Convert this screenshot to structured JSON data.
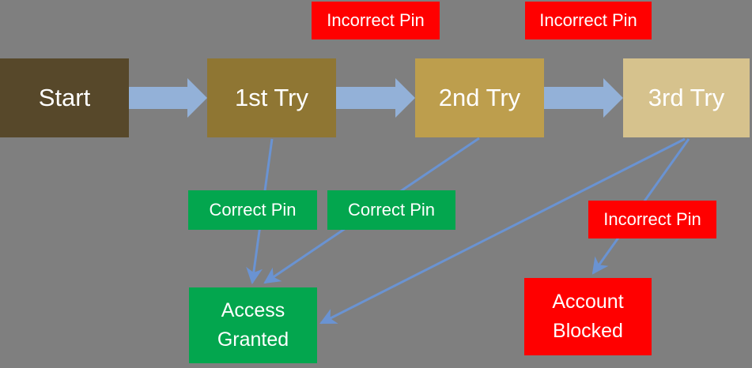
{
  "canvas": {
    "background_color": "#7f7f7f",
    "text_color": "#ffffff"
  },
  "colors": {
    "start_box": "#57482a",
    "first_try_box": "#8f7633",
    "second_try_box": "#bd9e4d",
    "third_try_box": "#d6c28d",
    "success_green": "#03a64e",
    "failure_red": "#ff0000",
    "block_arrow_blue": "#93b1d8",
    "connector_blue": "#6a93d2"
  },
  "nodes": {
    "start": {
      "label": "Start"
    },
    "try1": {
      "label": "1st Try"
    },
    "try2": {
      "label": "2nd Try"
    },
    "try3": {
      "label": "3rd Try"
    },
    "incorrect1": {
      "label": "Incorrect Pin"
    },
    "incorrect2": {
      "label": "Incorrect Pin"
    },
    "incorrect3": {
      "label": "Incorrect Pin"
    },
    "correct1": {
      "label": "Correct Pin"
    },
    "correct2": {
      "label": "Correct Pin"
    },
    "access_granted": {
      "line1": "Access",
      "line2": "Granted"
    },
    "account_blocked": {
      "line1": "Account",
      "line2": "Blocked"
    }
  },
  "edges": [
    {
      "from": "Start",
      "to": "1st Try",
      "type": "block-arrow",
      "label": ""
    },
    {
      "from": "1st Try",
      "to": "2nd Try",
      "type": "block-arrow",
      "label": "Incorrect Pin"
    },
    {
      "from": "2nd Try",
      "to": "3rd Try",
      "type": "block-arrow",
      "label": "Incorrect Pin"
    },
    {
      "from": "1st Try",
      "to": "Access Granted",
      "type": "connector",
      "label": "Correct Pin"
    },
    {
      "from": "2nd Try",
      "to": "Access Granted",
      "type": "connector",
      "label": "Correct Pin"
    },
    {
      "from": "3rd Try",
      "to": "Access Granted",
      "type": "connector",
      "label": ""
    },
    {
      "from": "3rd Try",
      "to": "Account Blocked",
      "type": "connector",
      "label": "Incorrect Pin"
    }
  ]
}
